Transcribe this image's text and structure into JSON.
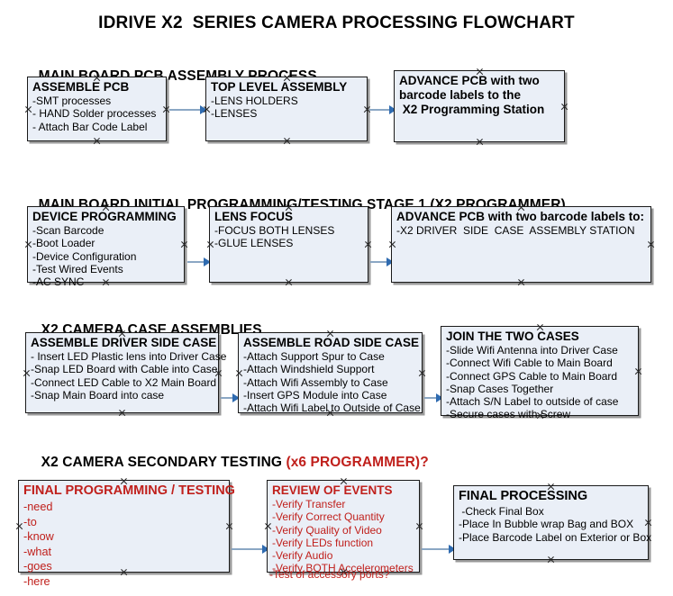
{
  "document": {
    "title": "IDRIVE X2  SERIES CAMERA PROCESSING FLOWCHART"
  },
  "colors": {
    "box_fill": "#eaeff7",
    "box_border": "#1a1a1a",
    "box_shadow": "#9a9a9a",
    "connector": "#8ba7c4",
    "arrowhead": "#2f6bb0",
    "red_text": "#c0201c",
    "black_text": "#000000",
    "background": "#ffffff"
  },
  "sections": [
    {
      "id": "main-board-pcb-assembly",
      "heading": "MAIN BOARD PCB ASSEMBLY PROCESS",
      "heading_red_suffix": "",
      "boxes": [
        {
          "id": "assemble-pcb",
          "title": "ASSEMBLE PCB",
          "lines": [
            "-SMT processes",
            "- HAND Solder processes",
            "- Attach Bar Code Label"
          ]
        },
        {
          "id": "top-level-assembly",
          "title": "TOP LEVEL ASSEMBLY",
          "lines": [
            "-LENS HOLDERS",
            "-LENSES"
          ]
        },
        {
          "id": "advance-pcb-to-programming-station",
          "title": "ADVANCE PCB with two",
          "lines": [
            "barcode labels to the",
            " X2 Programming Station"
          ]
        }
      ]
    },
    {
      "id": "main-board-initial-programming",
      "heading": "MAIN BOARD INITIAL PROGRAMMING/TESTING STAGE 1 (X2 PROGRAMMER)",
      "heading_red_suffix": "",
      "boxes": [
        {
          "id": "device-programming",
          "title": "DEVICE PROGRAMMING",
          "lines": [
            "-Scan Barcode",
            "-Boot Loader",
            "-Device Configuration",
            "-Test Wired Events",
            "-AC SYNC"
          ]
        },
        {
          "id": "lens-focus",
          "title": "LENS FOCUS",
          "lines": [
            "-FOCUS BOTH LENSES",
            "-GLUE LENSES"
          ]
        },
        {
          "id": "advance-pcb-to-driver-side-case",
          "title": "ADVANCE PCB with two barcode labels to:",
          "lines": [
            "-X2 DRIVER  SIDE  CASE  ASSEMBLY STATION"
          ]
        }
      ]
    },
    {
      "id": "x2-camera-case-assemblies",
      "heading": "X2 CAMERA CASE ASSEMBLIES",
      "heading_red_suffix": "",
      "boxes": [
        {
          "id": "assemble-driver-side-case",
          "title": "ASSEMBLE DRIVER SIDE CASE",
          "lines": [
            "- Insert LED Plastic lens into Driver Case",
            "-Snap LED Board with Cable into Case",
            "-Connect LED Cable to X2 Main Board",
            "-Snap Main Board into case"
          ]
        },
        {
          "id": "assemble-road-side-case",
          "title": "ASSEMBLE ROAD SIDE CASE",
          "lines": [
            "-Attach Support Spur to Case",
            "-Attach Windshield Support",
            "-Attach Wifi Assembly to Case",
            "-Insert GPS Module into Case",
            "-Attach Wifi Label to Outside of Case"
          ]
        },
        {
          "id": "join-the-two-cases",
          "title": "JOIN THE TWO CASES",
          "lines": [
            "-Slide Wifi Antenna into Driver Case",
            "-Connect Wifi Cable to Main Board",
            "-Connect GPS Cable to Main Board",
            "-Snap Cases Together",
            "-Attach S/N Label to outside of case",
            "-Secure cases with Screw"
          ]
        }
      ]
    },
    {
      "id": "x2-camera-secondary-testing",
      "heading": "X2 CAMERA SECONDARY TESTING ",
      "heading_red_suffix": "(x6 PROGRAMMER)?",
      "boxes": [
        {
          "id": "final-programming-testing",
          "title": "FINAL PROGRAMMING / TESTING",
          "lines": [
            "-need",
            "-to",
            "-know",
            "-what",
            "-goes",
            "-here"
          ]
        },
        {
          "id": "review-of-events",
          "title": "REVIEW OF EVENTS",
          "lines": [
            "-Verify Transfer",
            "-Verify Correct Quantity",
            "-Verify Quality of Video",
            "-Verify LEDs function",
            "-Verify Audio",
            "-Verify BOTH Accelerometers"
          ],
          "overflow_line": "-Test of accessory ports?"
        },
        {
          "id": "final-processing",
          "title": "FINAL PROCESSING",
          "lines": [
            " -Check Final Box",
            "-Place In Bubble wrap Bag and BOX",
            "-Place Barcode Label on Exterior or Box"
          ]
        }
      ]
    }
  ]
}
